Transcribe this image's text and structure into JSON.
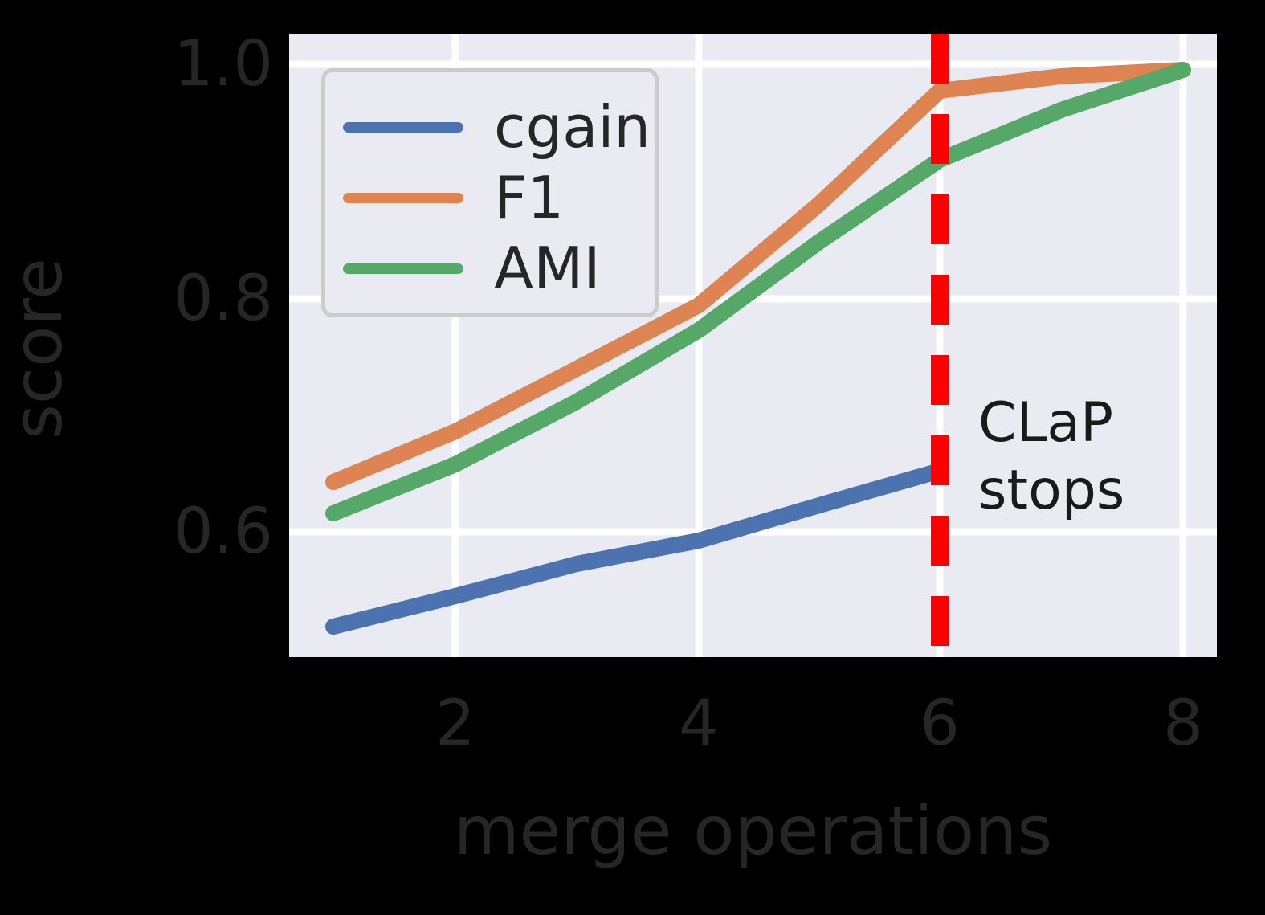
{
  "chart_data": {
    "type": "line",
    "title": "",
    "xlabel": "merge operations",
    "ylabel": "score",
    "x": [
      1,
      2,
      3,
      4,
      5,
      6,
      7,
      8
    ],
    "xlim": [
      1,
      8
    ],
    "ylim": [
      0.5,
      1.01
    ],
    "xticks": [
      "2",
      "4",
      "6",
      "8"
    ],
    "xtick_values": [
      2,
      4,
      6,
      8
    ],
    "yticks": [
      "1.0",
      "0.8",
      "0.6"
    ],
    "ytick_values": [
      1.0,
      0.8,
      0.6
    ],
    "grid": true,
    "legend_position": "upper left",
    "series": [
      {
        "name": "cgain",
        "color": "#4C72B0",
        "x": [
          1,
          2,
          3,
          4,
          5,
          6
        ],
        "values": [
          0.526,
          0.545,
          0.572,
          0.592,
          0.622,
          0.652
        ]
      },
      {
        "name": "F1",
        "color": "#DD8452",
        "x": [
          1,
          2,
          3,
          4,
          5,
          6,
          7,
          8
        ],
        "values": [
          0.648,
          0.691,
          0.745,
          0.799,
          0.886,
          0.983,
          0.995,
          1.0
        ]
      },
      {
        "name": "AMI",
        "color": "#55A868",
        "x": [
          1,
          2,
          3,
          4,
          5,
          6,
          7,
          8
        ],
        "values": [
          0.621,
          0.663,
          0.717,
          0.778,
          0.854,
          0.924,
          0.967,
          1.0
        ]
      }
    ],
    "annotations": [
      {
        "name": "clap-stops",
        "line1": "CLaP",
        "line2": "stops",
        "x": 6,
        "vline_color": "#FF0000",
        "vline_style": "dashed"
      }
    ],
    "style": {
      "axes_background": "#EAEAF2",
      "grid_color": "#FFFFFF",
      "figure_background": "#000000",
      "tick_color": "#262626"
    }
  },
  "legend": {
    "entries": [
      {
        "label": "cgain",
        "color": "#4C72B0"
      },
      {
        "label": "F1",
        "color": "#DD8452"
      },
      {
        "label": "AMI",
        "color": "#55A868"
      }
    ]
  }
}
